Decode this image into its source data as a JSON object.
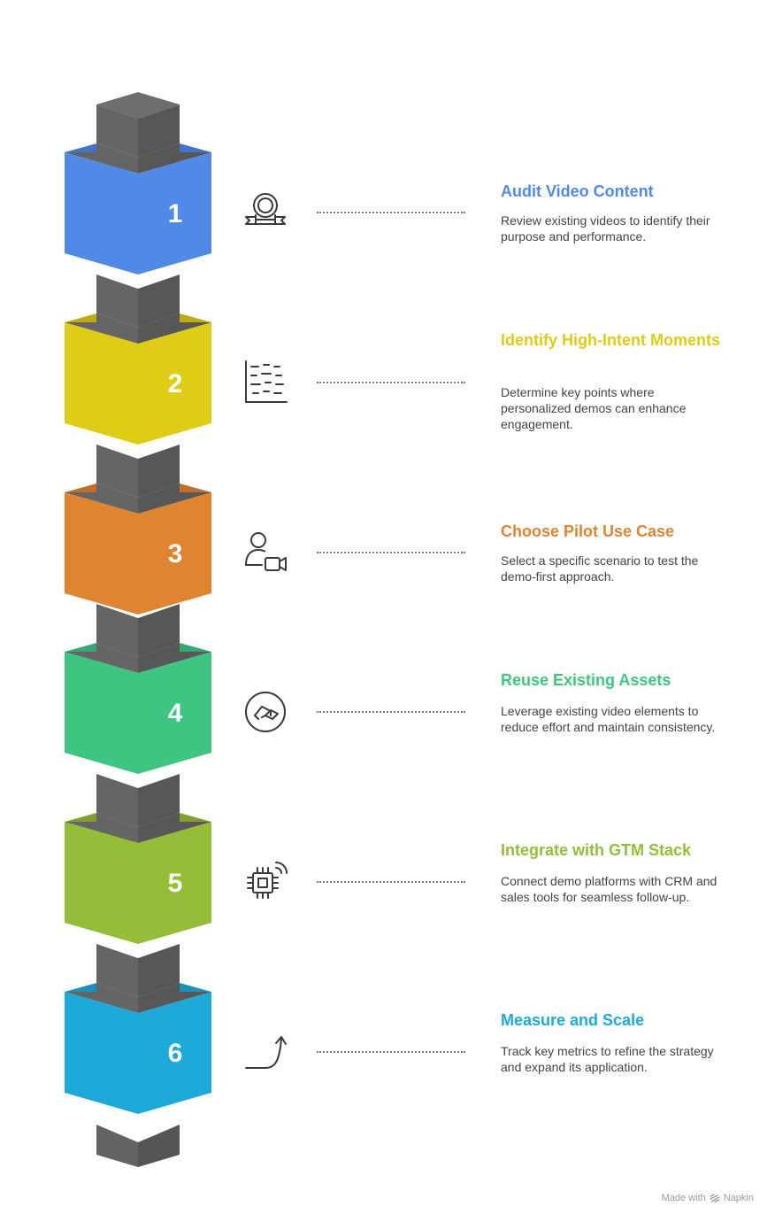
{
  "steps": [
    {
      "number": "1",
      "title": "Audit Video Content",
      "description": "Review existing videos to identify their purpose and performance.",
      "color": "#5089e6",
      "icon": "award-icon"
    },
    {
      "number": "2",
      "title": "Identify High-Intent Moments",
      "description": "Determine key points where personalized demos can enhance engagement.",
      "color": "#decc16",
      "icon": "scatter-chart-icon"
    },
    {
      "number": "3",
      "title": "Choose Pilot Use Case",
      "description": "Select a specific scenario to test the demo-first approach.",
      "color": "#df8431",
      "icon": "user-video-icon"
    },
    {
      "number": "4",
      "title": "Reuse Existing Assets",
      "description": "Leverage existing video elements to reduce effort and maintain consistency.",
      "color": "#3ec582",
      "icon": "recycle-assets-icon"
    },
    {
      "number": "5",
      "title": "Integrate with GTM Stack",
      "description": "Connect demo platforms with CRM and sales tools for seamless follow-up.",
      "color": "#94bd38",
      "icon": "chip-wireless-icon"
    },
    {
      "number": "6",
      "title": "Measure and Scale",
      "description": "Track key metrics to refine the strategy and expand its application.",
      "color": "#1eaad9",
      "icon": "growth-arrow-icon"
    }
  ],
  "footer": {
    "prefix": "Made with",
    "brand": "Napkin",
    "icon": "napkin-logo-icon"
  }
}
